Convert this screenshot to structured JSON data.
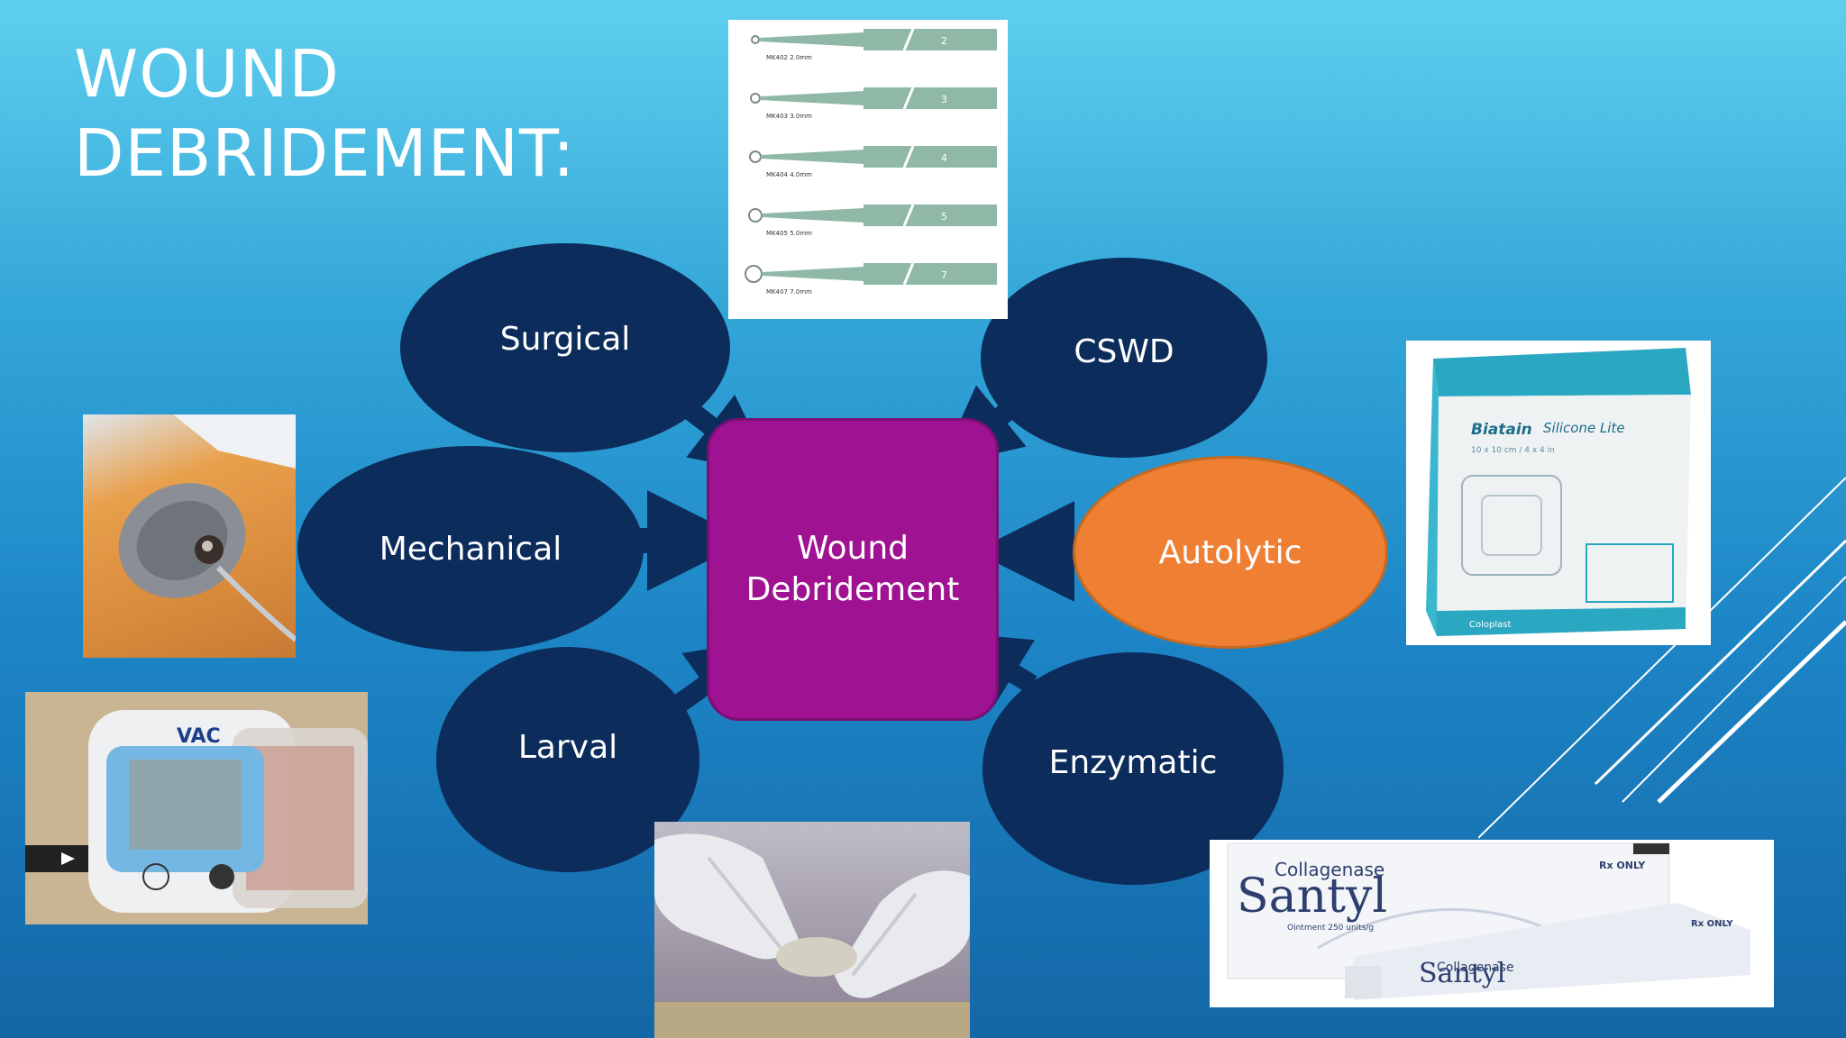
{
  "slide": {
    "title_line1": "WOUND",
    "title_line2": "DEBRIDEMENT:"
  },
  "diagram": {
    "center": {
      "line1": "Wound",
      "line2": "Debridement"
    },
    "nodes": [
      {
        "id": "surgical",
        "label": "Surgical"
      },
      {
        "id": "mechanical",
        "label": "Mechanical"
      },
      {
        "id": "larval",
        "label": "Larval"
      },
      {
        "id": "cswd",
        "label": "CSWD"
      },
      {
        "id": "autolytic",
        "label": "Autolytic"
      },
      {
        "id": "enzymatic",
        "label": "Enzymatic"
      }
    ]
  },
  "images": {
    "curettes": {
      "codes": [
        "MK402 2.0mm",
        "MK403 3.0mm",
        "MK404 4.0mm",
        "MK405 5.0mm",
        "MK407 7.0mm"
      ],
      "numbers": [
        "2",
        "3",
        "4",
        "5",
        "7"
      ]
    },
    "vac": {
      "brand": "VAC"
    },
    "biatain": {
      "brand": "Biatain",
      "product": "Silicone Lite",
      "size": "10 x 10 cm / 4 x 4 in",
      "maker": "Coloplast"
    },
    "santyl": {
      "small": "Collagenase",
      "brand": "Santyl",
      "sub": "Ointment 250 units/g",
      "rx": "Rx ONLY"
    }
  },
  "colors": {
    "node": "#0c2c5c",
    "center": "#9f1291",
    "autolytic": "#ee7f33",
    "background_top": "#5fcfee",
    "background_bottom": "#1467a6"
  }
}
